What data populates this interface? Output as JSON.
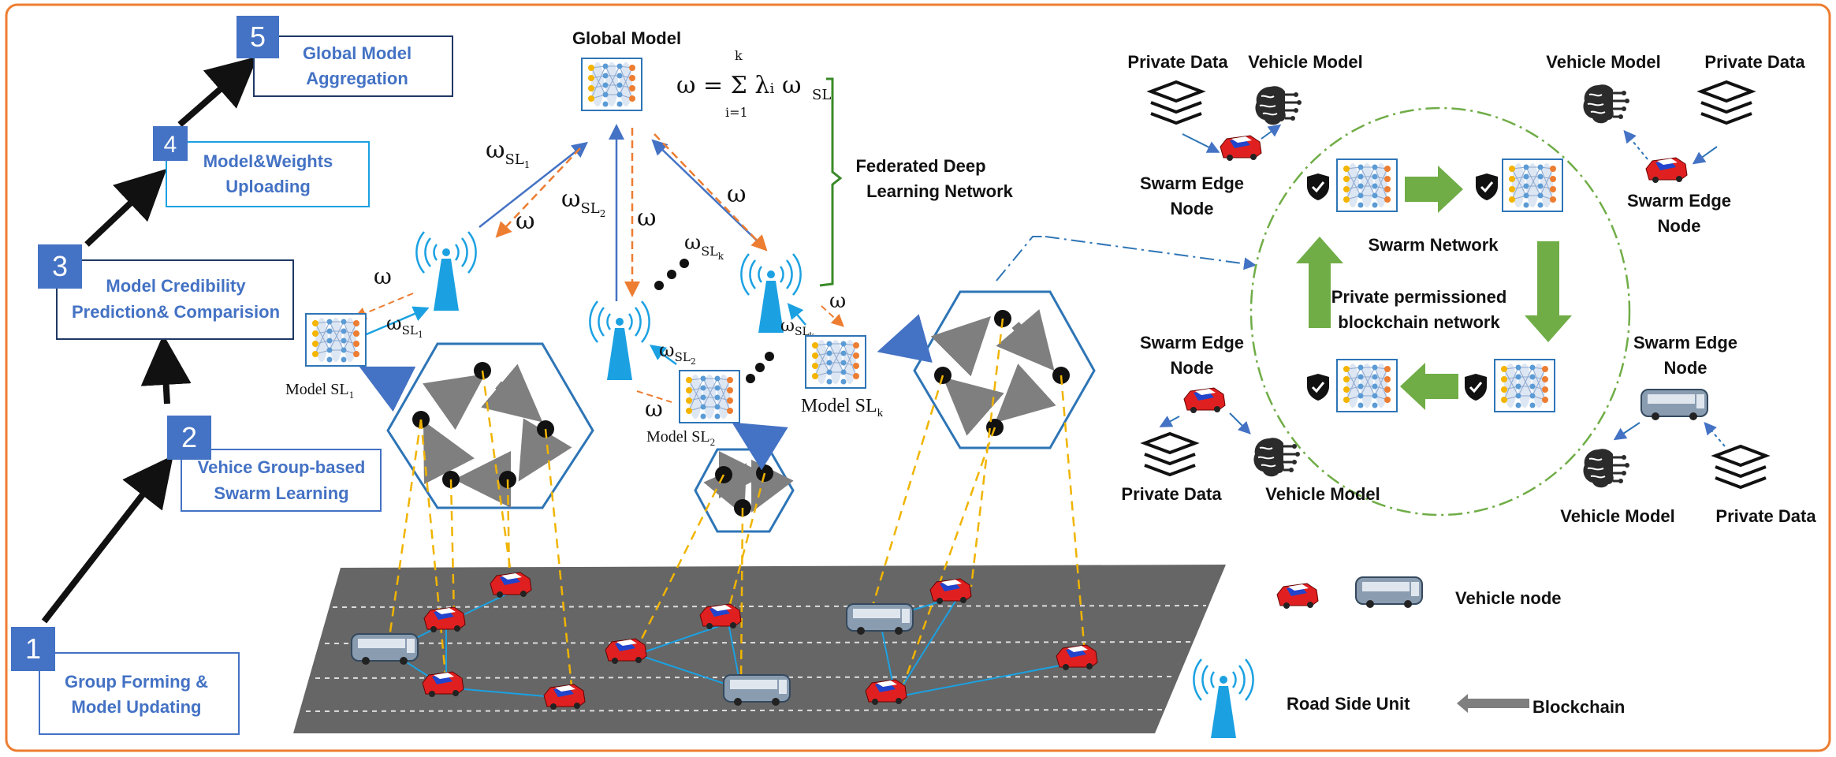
{
  "steps": [
    {
      "n": "1",
      "l1": "Group Forming &",
      "l2": "Model Updating"
    },
    {
      "n": "2",
      "l1": "Vehice Group-based",
      "l2": "Swarm Learning"
    },
    {
      "n": "3",
      "l1": "Model Credibility",
      "l2": "Prediction& Comparision"
    },
    {
      "n": "4",
      "l1": "Model&Weights",
      "l2": "Uploading"
    },
    {
      "n": "5",
      "l1": "Global Model",
      "l2": "Aggregation"
    }
  ],
  "global": {
    "title": "Global Model",
    "formula": "ω = Σ λᵢ ω",
    "formula_sub": "SLᵢ",
    "sum_top": "k",
    "sum_bottom": "i=1",
    "fed1": "Federated Deep",
    "fed2": "Learning Network"
  },
  "weights": {
    "omega": "ω",
    "wsl1": "ω",
    "sub1": "SL",
    "sub1i": "1",
    "sub2": "SL",
    "sub2i": "2",
    "subk": "SL",
    "subki": "k"
  },
  "models": {
    "m1": "Model SL",
    "m1i": "1",
    "m2": "Model SL",
    "m2i": "2",
    "mk": "Model SL",
    "mki": "k"
  },
  "swarm": {
    "private_data": "Private Data",
    "vehicle_model": "Vehicle Model",
    "edge1": "Swarm Edge",
    "edge2": "Node",
    "network": "Swarm Network",
    "bc1": "Private permissioned",
    "bc2": "blockchain network"
  },
  "legend": {
    "vehicle_node": "Vehicle node",
    "rsu": "Road Side Unit",
    "blockchain": "Blockchain"
  },
  "colors": {
    "frame": "#ed7d31",
    "step_blue": "#4472c4",
    "rsu": "#1ba1e2",
    "dash_orange": "#f0b400",
    "green": "#70ad47",
    "hex": "#2e75b6"
  }
}
